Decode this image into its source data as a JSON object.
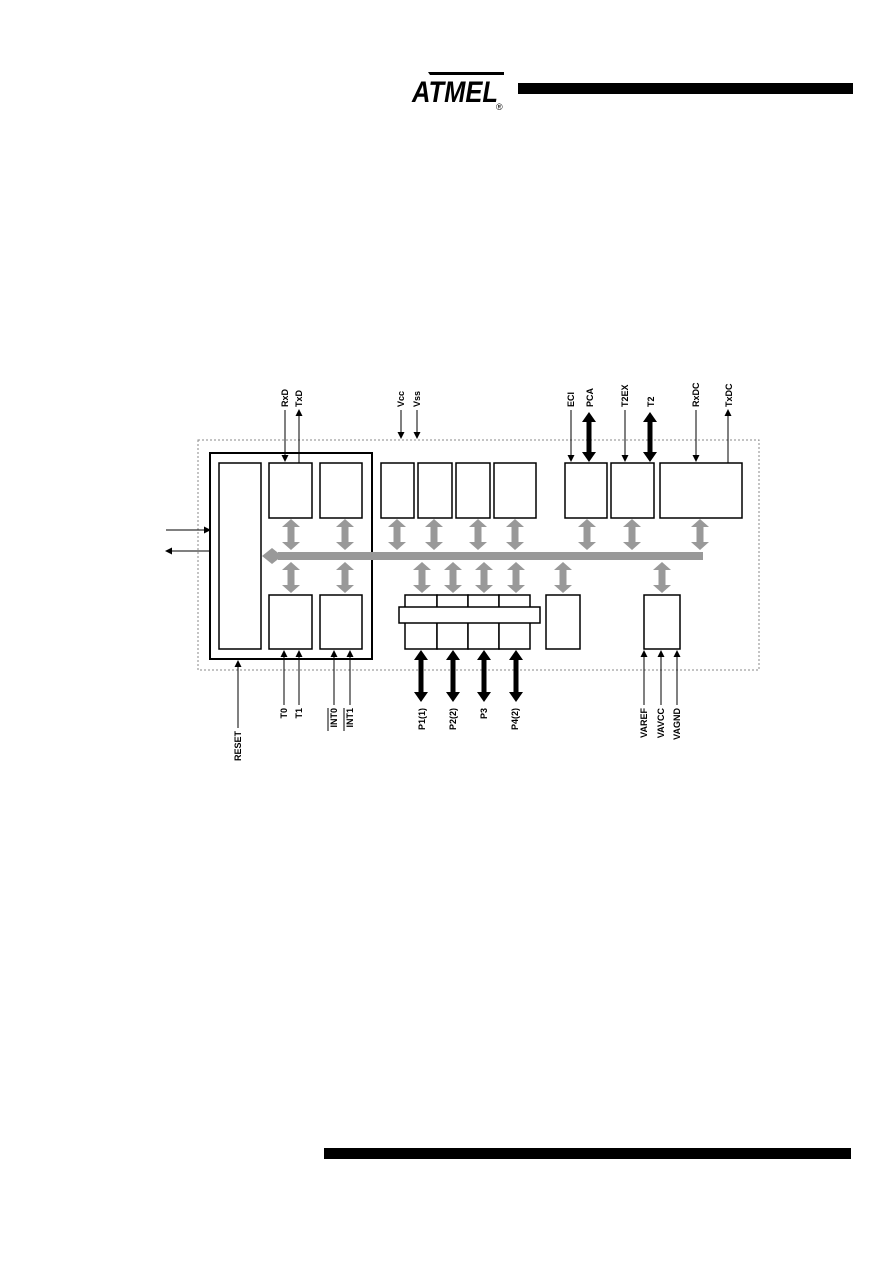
{
  "header": {
    "logo_text": "ATMEL",
    "registered_mark": "®"
  },
  "diagram": {
    "top_pins": [
      {
        "key": "rxd",
        "label": "RxD"
      },
      {
        "key": "txd",
        "label": "TxD"
      },
      {
        "key": "vcc",
        "label": "Vcc"
      },
      {
        "key": "vss",
        "label": "Vss"
      },
      {
        "key": "eci",
        "label": "ECI"
      },
      {
        "key": "pca",
        "label": "PCA"
      },
      {
        "key": "t2ex",
        "label": "T2EX"
      },
      {
        "key": "t2",
        "label": "T2"
      },
      {
        "key": "rxdc",
        "label": "RxDC"
      },
      {
        "key": "txdc",
        "label": "TxDC"
      }
    ],
    "bottom_pins": [
      {
        "key": "reset",
        "label": "RESET"
      },
      {
        "key": "t0",
        "label": "T0"
      },
      {
        "key": "t1",
        "label": "T1"
      },
      {
        "key": "int0",
        "label": "INT0"
      },
      {
        "key": "int1",
        "label": "INT1"
      },
      {
        "key": "p1",
        "label": "P1(1)"
      },
      {
        "key": "p2",
        "label": "P2(2)"
      },
      {
        "key": "p3",
        "label": "P3"
      },
      {
        "key": "p4",
        "label": "P4(2)"
      },
      {
        "key": "varef",
        "label": "VAREF"
      },
      {
        "key": "vavcc",
        "label": "VAVCC"
      },
      {
        "key": "vagnd",
        "label": "VAGND"
      }
    ],
    "colors": {
      "bus": "#999999",
      "line": "#000000",
      "dotted_border": "#888888"
    }
  }
}
